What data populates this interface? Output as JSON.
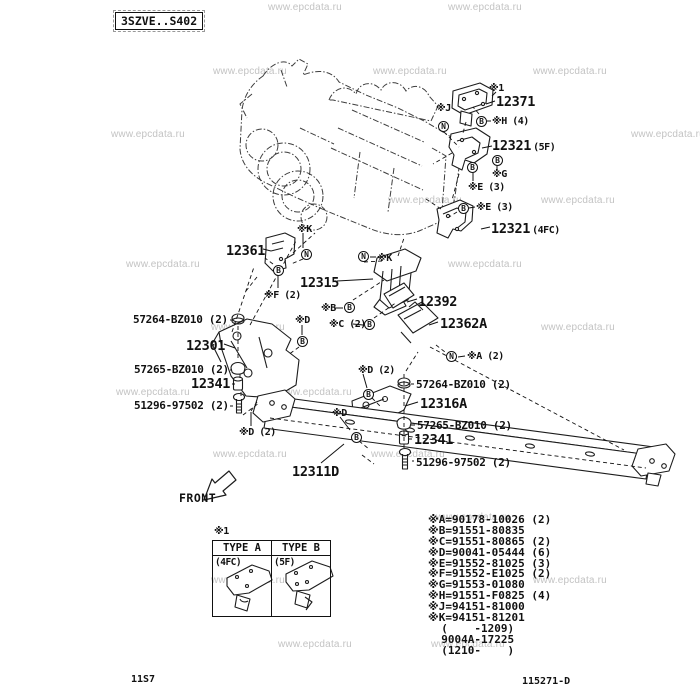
{
  "page": {
    "code_box": "3SZVE..S402",
    "footer_left": "11S7",
    "footer_right": "115271-D",
    "front_label": "FRONT",
    "watermark": "www.epcdata.ru"
  },
  "part_labels": [
    {
      "id": "p12371",
      "text": "12371",
      "size": "lg"
    },
    {
      "id": "p12321_5f",
      "text": "12321",
      "suffix": "(5F)",
      "size": "lg"
    },
    {
      "id": "p12321_4fc",
      "text": "12321",
      "suffix": "(4FC)",
      "size": "lg"
    },
    {
      "id": "p12361",
      "text": "12361",
      "size": "lg"
    },
    {
      "id": "p12315",
      "text": "12315",
      "size": "lg"
    },
    {
      "id": "p12392",
      "text": "12392",
      "size": "lg"
    },
    {
      "id": "p12362a",
      "text": "12362A",
      "size": "lg"
    },
    {
      "id": "p57264_l",
      "text": "57264-BZ010 (2)",
      "size": "sm"
    },
    {
      "id": "p12301",
      "text": "12301",
      "size": "lg"
    },
    {
      "id": "p57265_l",
      "text": "57265-BZ010 (2)",
      "size": "sm"
    },
    {
      "id": "p12341_l",
      "text": "12341",
      "size": "lg"
    },
    {
      "id": "p51296_l",
      "text": "51296-97502 (2)",
      "size": "sm"
    },
    {
      "id": "p12311d",
      "text": "12311D",
      "size": "lg"
    },
    {
      "id": "p57264_r",
      "text": "57264-BZ010 (2)",
      "size": "sm"
    },
    {
      "id": "p12316a",
      "text": "12316A",
      "size": "lg"
    },
    {
      "id": "p57265_r",
      "text": "57265-BZ010 (2)",
      "size": "sm"
    },
    {
      "id": "p12341_r",
      "text": "12341",
      "size": "lg"
    },
    {
      "id": "p51296_r",
      "text": "51296-97502 (2)",
      "size": "sm"
    }
  ],
  "markers": [
    {
      "id": "m1_top",
      "text": "※1"
    },
    {
      "id": "mJ",
      "text": "※J"
    },
    {
      "id": "mH",
      "text": "※H (4)"
    },
    {
      "id": "mG",
      "text": "※G"
    },
    {
      "id": "mE1",
      "text": "※E (3)"
    },
    {
      "id": "mE2",
      "text": "※E (3)"
    },
    {
      "id": "mK1",
      "text": "※K"
    },
    {
      "id": "mK2",
      "text": "※K"
    },
    {
      "id": "mF",
      "text": "※F (2)"
    },
    {
      "id": "mB",
      "text": "※B"
    },
    {
      "id": "mC",
      "text": "※C (2)"
    },
    {
      "id": "mD1",
      "text": "※D"
    },
    {
      "id": "mD2",
      "text": "※D (2)"
    },
    {
      "id": "mD3",
      "text": "※D (2)"
    },
    {
      "id": "mD4",
      "text": "※D"
    },
    {
      "id": "mA",
      "text": "※A (2)"
    },
    {
      "id": "m1_table",
      "text": "※1"
    }
  ],
  "fasteners": [
    {
      "id": "fN_j",
      "letter": "N"
    },
    {
      "id": "fB_h",
      "letter": "B"
    },
    {
      "id": "fB_g",
      "letter": "B"
    },
    {
      "id": "fB_e1",
      "letter": "B"
    },
    {
      "id": "fB_e2",
      "letter": "B"
    },
    {
      "id": "fN_k1",
      "letter": "N"
    },
    {
      "id": "fN_k2",
      "letter": "N"
    },
    {
      "id": "fB_f",
      "letter": "B"
    },
    {
      "id": "fB_b",
      "letter": "B"
    },
    {
      "id": "fB_c",
      "letter": "B"
    },
    {
      "id": "fB_d1",
      "letter": "B"
    },
    {
      "id": "fN_a",
      "letter": "N"
    },
    {
      "id": "fB_d3",
      "letter": "B"
    },
    {
      "id": "fB_d4",
      "letter": "B"
    }
  ],
  "legend": {
    "items": [
      "※A=90178-10026 (2)",
      "※B=91551-80835",
      "※C=91551-80865 (2)",
      "※D=90041-05444 (6)",
      "※E=91552-81025 (3)",
      "※F=91552-E1025 (2)",
      "※G=91553-01080",
      "※H=91551-F0825 (4)",
      "※J=94151-81000",
      "※K=94151-81201",
      "  (    -1209)",
      "  9004A-17225",
      "  (1210-    )"
    ]
  },
  "type_table": {
    "ref": "※1",
    "headers": [
      "TYPE A",
      "TYPE B"
    ],
    "variants": [
      "(4FC)",
      "(5F)"
    ]
  }
}
